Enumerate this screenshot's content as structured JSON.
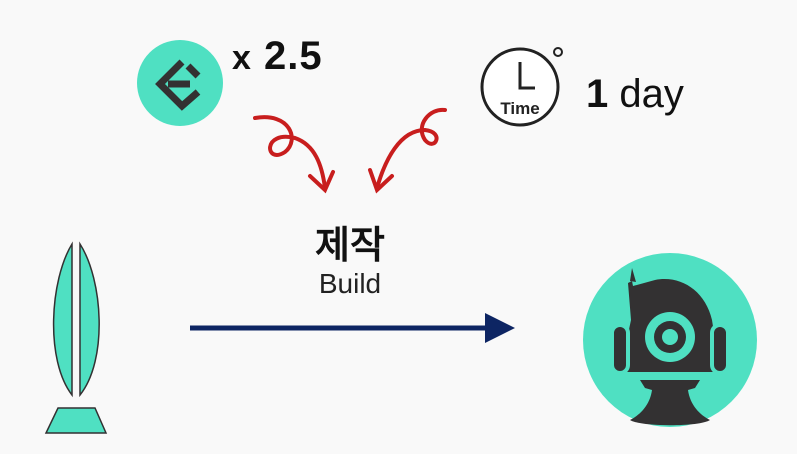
{
  "cost": {
    "icon": "coin-icon",
    "prefix": "x",
    "multiplier": "2.5"
  },
  "time": {
    "icon": "clock-icon",
    "clock_label": "Time",
    "amount": "1",
    "unit": "day"
  },
  "process": {
    "title_ko": "제작",
    "title_en": "Build"
  },
  "input_item": {
    "icon": "pod-icon"
  },
  "output_item": {
    "icon": "robot-icon"
  },
  "colors": {
    "accent": "#4fe0c2",
    "dark": "#333132",
    "arrow_red": "#c81e1e",
    "arrow_navy": "#0d2563"
  }
}
